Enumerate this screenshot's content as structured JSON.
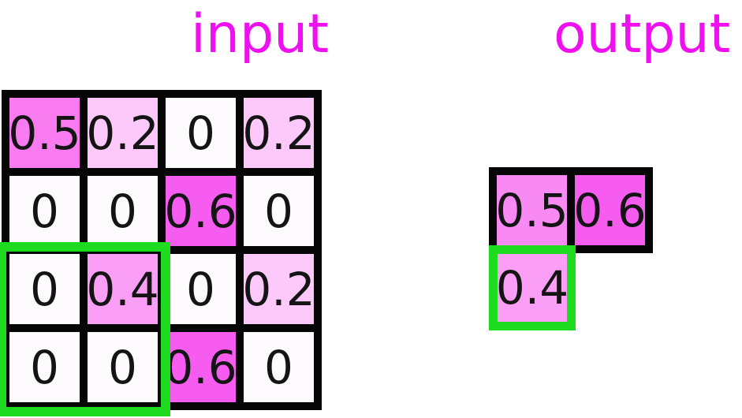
{
  "titles": {
    "input": "input",
    "output": "output"
  },
  "colors": {
    "title_text": "#ee10ee",
    "highlight_green": "#1fdb1f",
    "grid_black": "#060606",
    "number_text": "#141414",
    "page_bg": "#ffffff"
  },
  "input": {
    "rows": [
      [
        {
          "value": "0.5",
          "color": "#f87bf0"
        },
        {
          "value": "0.2",
          "color": "#fcc9fa"
        },
        {
          "value": "0",
          "color": "#fefbfe"
        },
        {
          "value": "0.2",
          "color": "#fcc9fa"
        }
      ],
      [
        {
          "value": "0",
          "color": "#fefbfe"
        },
        {
          "value": "0",
          "color": "#fefbfe"
        },
        {
          "value": "0.6",
          "color": "#f65cf0"
        },
        {
          "value": "0",
          "color": "#fefbfe"
        }
      ],
      [
        {
          "value": "0",
          "color": "#fefbfe"
        },
        {
          "value": "0.4",
          "color": "#fa9ef6"
        },
        {
          "value": "0",
          "color": "#fefbfe"
        },
        {
          "value": "0.2",
          "color": "#fcc9fa"
        }
      ],
      [
        {
          "value": "0",
          "color": "#fefbfe"
        },
        {
          "value": "0",
          "color": "#fefbfe"
        },
        {
          "value": "0.6",
          "color": "#f65cf0"
        },
        {
          "value": "0",
          "color": "#fefbfe"
        }
      ]
    ],
    "pooling_window": {
      "rows": "3-4",
      "cols": "1-2"
    }
  },
  "output": {
    "cells": [
      {
        "value": "0.5",
        "color": "#f98af3"
      },
      {
        "value": "0.6",
        "color": "#f65cf0"
      }
    ],
    "highlighted_cell": {
      "value": "0.4",
      "color": "#fa9ef6"
    }
  }
}
